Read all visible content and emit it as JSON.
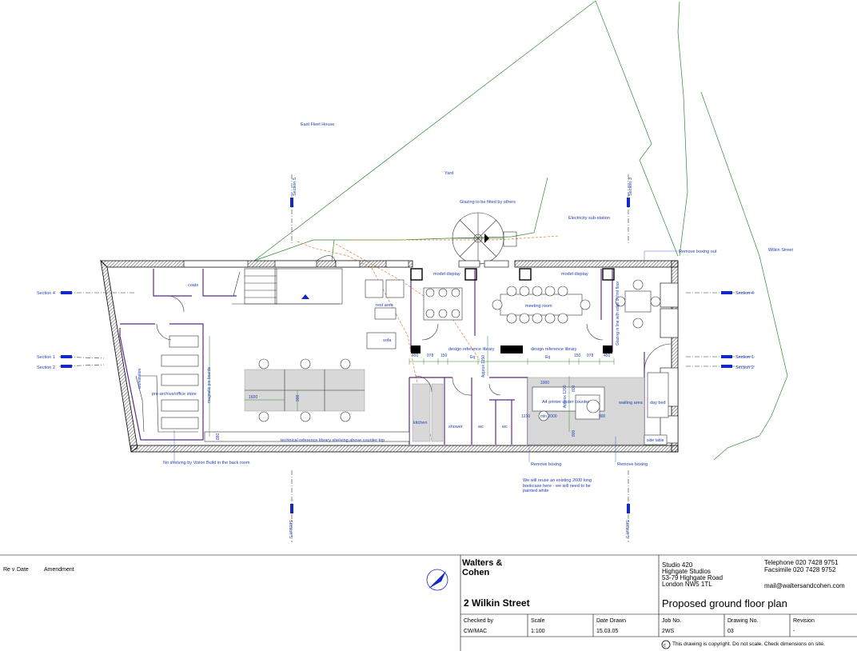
{
  "site_labels": {
    "east_fleet_house": "East Fleet House",
    "yard": "Yard",
    "glazing": "Glazing to be fitted by others",
    "electricity": "Electricity sub-station",
    "remove_boxing_out": "Remove boxing out",
    "wilkin_street": "Wilkin Street"
  },
  "sections": {
    "s1": "Section 1",
    "s2": "Section 2",
    "s3": "Section 3",
    "s4": "Section 4",
    "s5": "Section 5"
  },
  "rooms": {
    "coats": "coats",
    "rest_area": "rest area",
    "sofa": "sofa",
    "model_display_1": "model display",
    "model_display_2": "model display",
    "meeting_room": "meeting room",
    "glazing_in_line": "Glazing in line with edge of first floor",
    "design_ref_library_1": "design reference library",
    "design_ref_library_2": "design reference library",
    "magnetic_pin_boards": "magnetic pin boards",
    "pre_archive": "pre-archive/office store",
    "workstation": "workstation",
    "tech_ref_library": "technical reference library shelving above counter top",
    "kitchen": "kitchen",
    "shower": "shower",
    "wc1": "wc",
    "wc2": "wc",
    "a4_printer": "A4 printer under counter",
    "waiting_area": "waiting area",
    "day_bed": "day bed",
    "side_table": "side table"
  },
  "dims": {
    "d1600": "1600",
    "d900": "900",
    "d450a": "450",
    "d978a": "978",
    "d150a": "150",
    "eq1": "Eq",
    "approx1": "Approx 1150",
    "eq2": "Eq",
    "d150b": "150",
    "d978b": "978",
    "d450b": "450",
    "d1000": "1000",
    "d800a": "800",
    "d800b": "800",
    "d800c": "800",
    "approx2": "Approx 1200",
    "d880": "880",
    "d1210": "1210",
    "dmin": "min 2000"
  },
  "notes": {
    "no_shelving": "No shelving by Vision Build in the back room",
    "remove_boxing_1": "Remove boxing",
    "remove_boxing_2": "Remove boxing",
    "reuse_bookcase": "We will reuse an existing 2600 long bookcase here - we will need to be painted white"
  },
  "title_block": {
    "rev": "Re v",
    "date": "Date",
    "amendment": "Amendment",
    "firm": "Walters & Cohen",
    "project": "2 Wilkin Street",
    "address_1": "Studio 420",
    "address_2": "Highgate Studios",
    "address_3": "53-79 Highgate Road",
    "address_4": "London NW5 1TL",
    "telephone": "Telephone 020 7428 9751",
    "facsimile": "Facsimile 020 7428 9752",
    "email": "mail@waltersandcohen.com",
    "drawing_title": "Proposed ground floor plan",
    "checked_by_label": "Checked by",
    "checked_by": "CW/MAC",
    "scale_label": "Scale",
    "scale": "1:100",
    "date_drawn_label": "Date Drawn",
    "date_drawn": "15.03.05",
    "job_no_label": "Job No.",
    "job_no": "2WS",
    "drawing_no_label": "Drawing No.",
    "drawing_no": "03",
    "revision_label": "Revision",
    "revision": "-",
    "copyright": "This drawing is copyright. Do not scale. Check dimensions on site."
  }
}
